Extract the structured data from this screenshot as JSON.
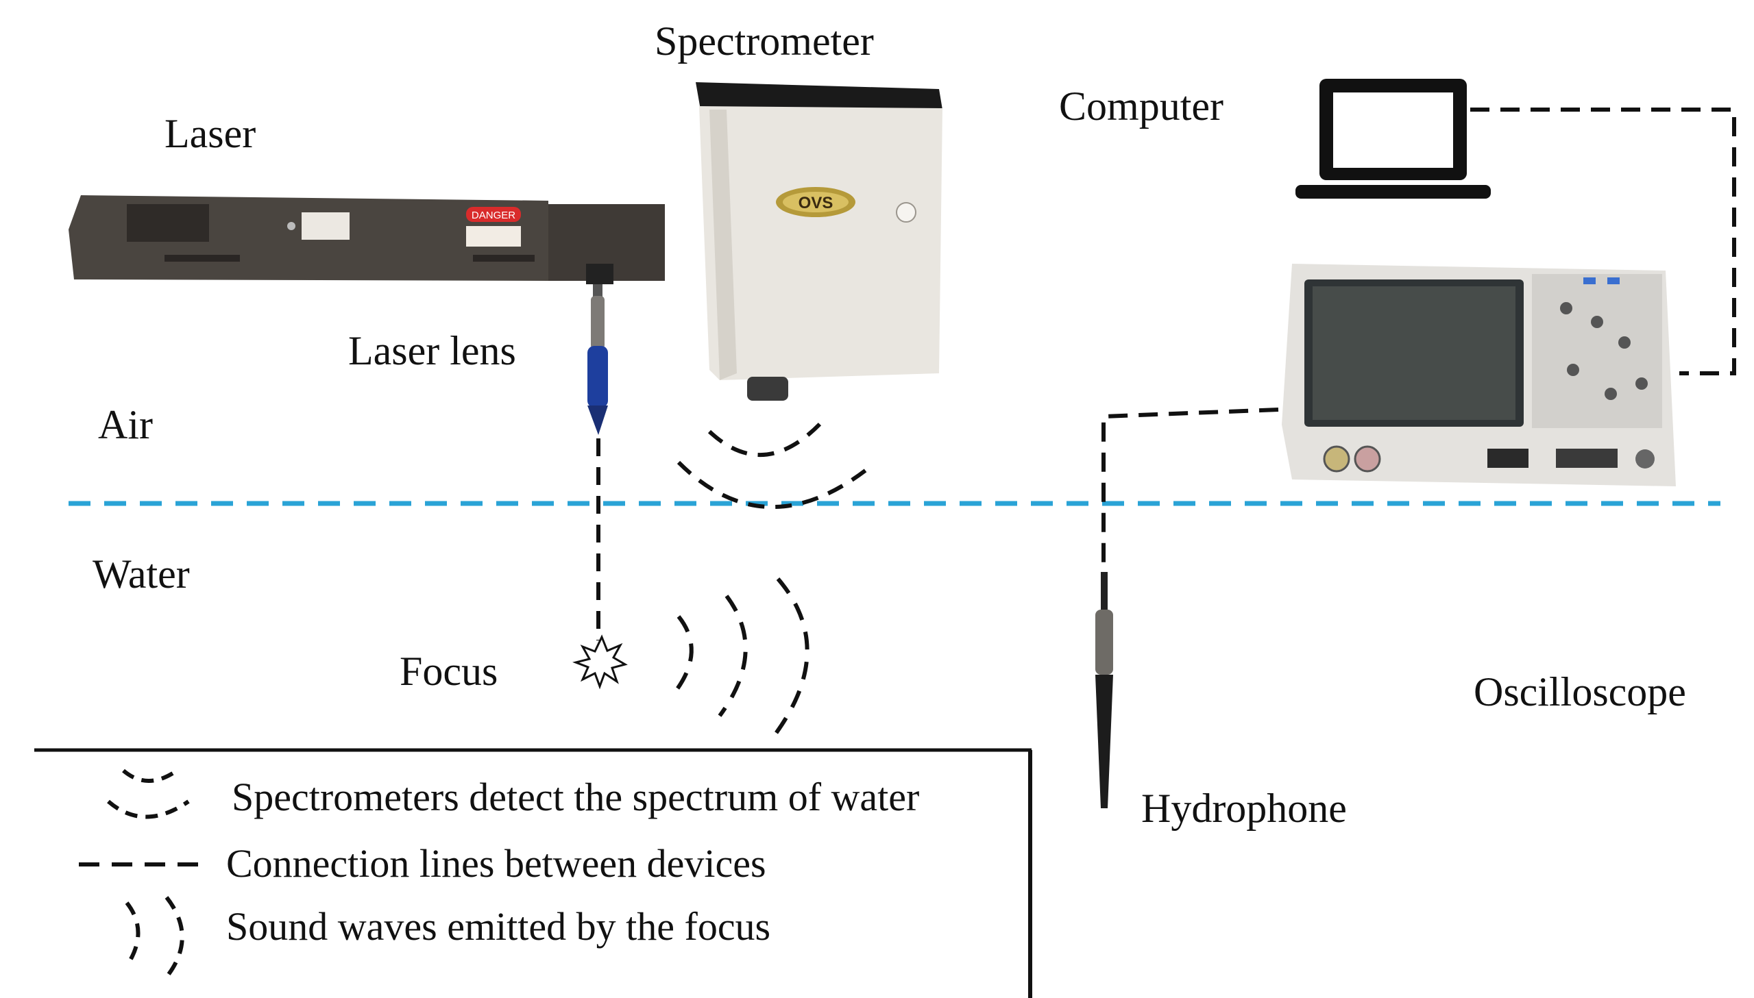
{
  "labels": {
    "spectrometer": "Spectrometer",
    "laser": "Laser",
    "computer": "Computer",
    "laser_lens": "Laser lens",
    "air": "Air",
    "water": "Water",
    "focus": "Focus",
    "oscilloscope": "Oscilloscope",
    "hydrophone": "Hydrophone"
  },
  "laser_warning": "DANGER",
  "spectrometer_logo": "OVS",
  "legend": {
    "spectrum": "Spectrometers detect the spectrum of water",
    "connection": "Connection lines between devices",
    "sound": "Sound waves emitted by the focus"
  },
  "colors": {
    "water_line": "#2aa3d6",
    "connection_line": "#111111",
    "laser_body": "#4a4540",
    "spectrometer_body": "#e9e6e0",
    "lens_blue": "#1e3f9e"
  }
}
